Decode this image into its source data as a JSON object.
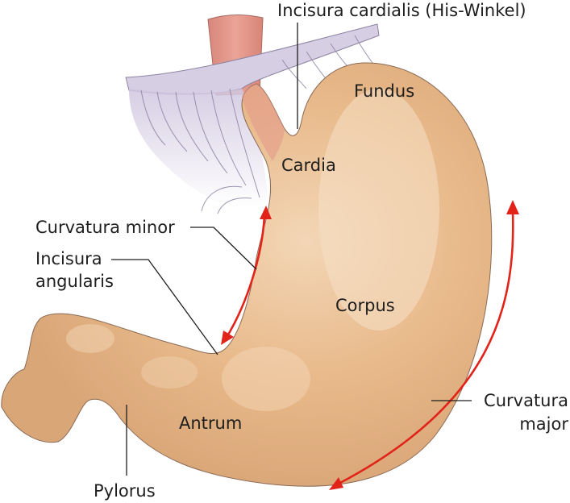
{
  "figure": {
    "labels": {
      "incisura_cardialis": "Incisura cardialis (His-Winkel)",
      "fundus": "Fundus",
      "cardia": "Cardia",
      "curvatura_minor": "Curvatura minor",
      "incisura_angularis_line1": "Incisura",
      "incisura_angularis_line2": "angularis",
      "corpus": "Corpus",
      "curvatura_major_line1": "Curvatura",
      "curvatura_major_line2": "major",
      "antrum": "Antrum",
      "pylorus": "Pylorus"
    },
    "colors": {
      "stomach": "#E8B98A",
      "stomach_outline": "#8a6a55",
      "esophagus": "#E3978A",
      "diaphragm": "#D6CEE3",
      "arrow": "#E2231A",
      "text": "#1E1E1E"
    }
  }
}
